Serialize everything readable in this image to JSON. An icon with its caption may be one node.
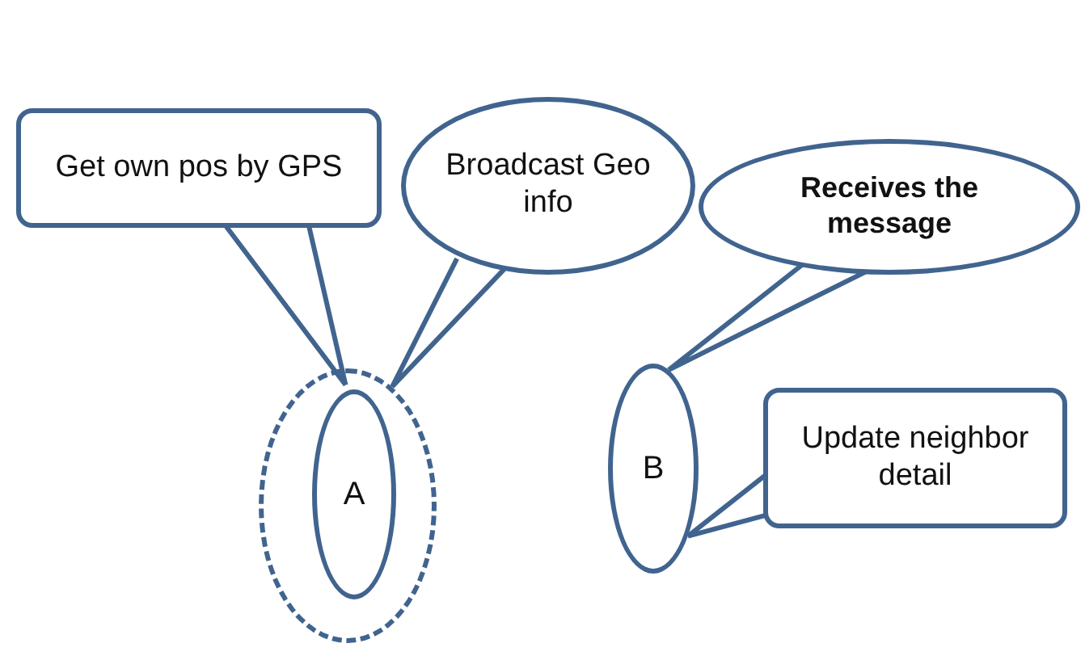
{
  "diagram": {
    "nodes": [
      {
        "text": [
          "Get own pos by GPS"
        ]
      },
      {
        "text": [
          "Broadcast Geo info"
        ]
      },
      {
        "text": [
          "Receives the message"
        ]
      },
      {
        "text": [],
        "shape": "circle"
      },
      {
        "text": [
          "A"
        ],
        "in": 3
      },
      {
        "text": [
          "B"
        ]
      },
      {
        "text": [
          "Update neighbor detail"
        ]
      }
    ],
    "edges": [
      {
        "from": 0,
        "to": 4,
        "arrow": "none"
      },
      {
        "from": 1,
        "to": 3,
        "arrow": "none"
      },
      {
        "from": 2,
        "to": 5,
        "arrow": "none"
      },
      {
        "from": 6,
        "to": 5,
        "arrow": "none"
      }
    ]
  }
}
